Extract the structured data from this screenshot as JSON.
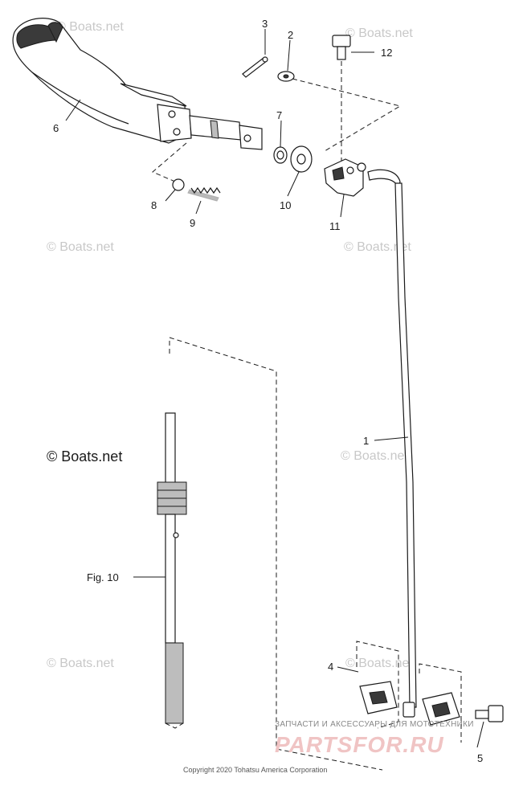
{
  "callouts": {
    "c1": "1",
    "c2": "2",
    "c3": "3",
    "c4": "4",
    "c5": "5",
    "c6": "6",
    "c7": "7",
    "c8": "8",
    "c9": "9",
    "c10": "10",
    "c11": "11",
    "c12": "12",
    "fig10": "Fig. 10"
  },
  "watermark": {
    "light": "© Boats.net",
    "dark": "© Boats.net"
  },
  "footer": {
    "copyright": "Copyright 2020 Tohatsu America Corporation"
  },
  "overlay": {
    "ru_tagline": "ЗАПЧАСТИ И АКСЕССУАРЫ ДЛЯ МОТОТЕХНИКИ",
    "ru_logo": "PARTSFOR.RU"
  },
  "colors": {
    "ink": "#1a1a1a",
    "watermark": "#c8c8c8",
    "logo": "#f0c4c4"
  }
}
